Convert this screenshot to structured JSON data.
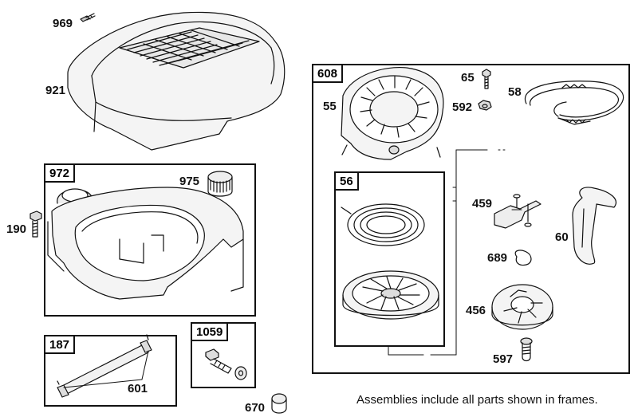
{
  "frames": {
    "f972": "972",
    "f608": "608",
    "f56": "56",
    "f187": "187",
    "f1059": "1059"
  },
  "parts": {
    "p969": "969",
    "p921": "921",
    "p975": "975",
    "p190": "190",
    "p601": "601",
    "p670": "670",
    "p65": "65",
    "p58": "58",
    "p55": "55",
    "p592": "592",
    "p459": "459",
    "p60": "60",
    "p689": "689",
    "p456": "456",
    "p597": "597"
  },
  "note": "Assemblies include all parts shown in frames."
}
